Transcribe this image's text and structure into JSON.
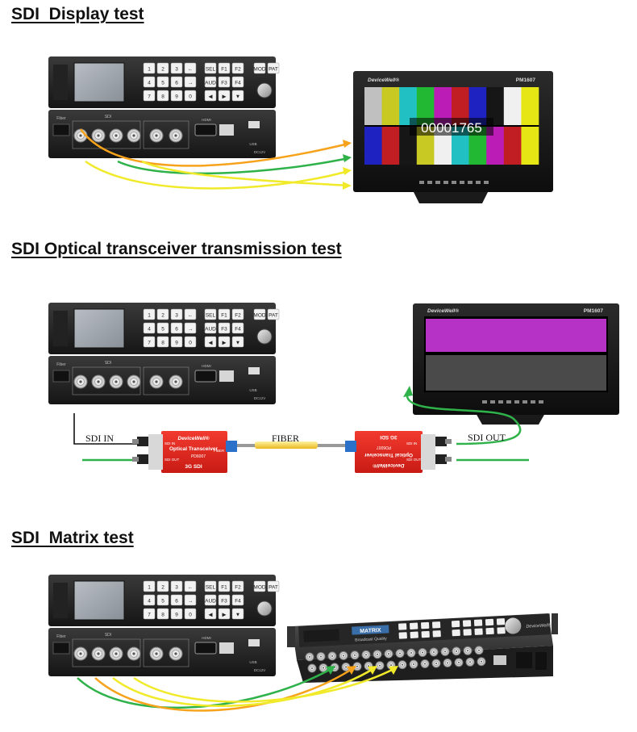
{
  "sections": [
    {
      "title": "SDI  Display test"
    },
    {
      "title": "SDI Optical transceiver transmission test"
    },
    {
      "title": "SDI  Matrix test"
    }
  ],
  "generator": {
    "keys_row1": [
      "1",
      "2",
      "3",
      "←",
      "SEL",
      "F1",
      "F2",
      "MOD",
      "PAT"
    ],
    "keys_row2": [
      "4",
      "5",
      "6",
      "→",
      "AUD",
      "F3",
      "F4"
    ],
    "keys_row3": [
      "7",
      "8",
      "9",
      "0",
      "◀",
      "▶",
      "▼"
    ],
    "rear_sdi_label": "SDI",
    "rear_hdmi_label": "HDMI",
    "rear_usb_label": "USB",
    "rear_dc_label": "DC12V",
    "rear_fiber_label": "Fiber"
  },
  "monitor": {
    "brand": "DeviceWell®",
    "model": "PM1607",
    "timecode": "00001765"
  },
  "transceiver": {
    "brand": "DeviceWell®",
    "name": "Optical Transceiver",
    "model": "PD6007",
    "type": "3G SDI",
    "port_in": "SDI IN",
    "port_out": "SDI OUT",
    "port_fiber": "FIBER"
  },
  "labels": {
    "sdi_in": "SDI IN",
    "fiber": "FIBER",
    "sdi_out": "SDI OUT"
  },
  "matrix": {
    "brand": "DeviceWell®",
    "badge": "MATRIX",
    "tagline": "Broadcast Quality"
  },
  "colors": {
    "orange": "#f7a21b",
    "green": "#2fb24a",
    "yellow": "#f1ea2a",
    "red": "#e32b22",
    "cyan": "#17b8c9"
  }
}
